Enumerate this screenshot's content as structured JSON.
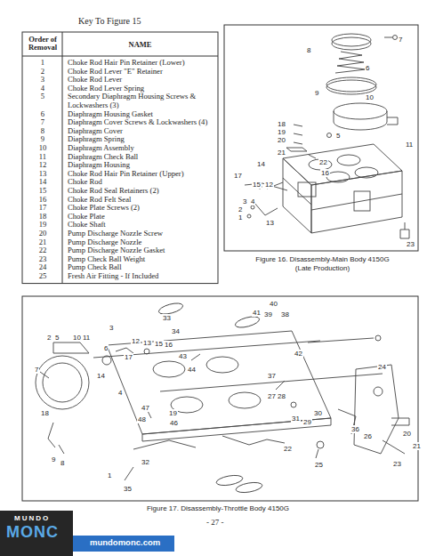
{
  "diagram": {
    "title": "Key To Figure 15",
    "labels": [
      "Order of Removal",
      "NAME",
      "1",
      "Choke Rod Hair Pin Retainer (Lower)",
      "2",
      "Choke Rod Lever \"E\" Retainer",
      "3",
      "Choke Rod Lever",
      "4",
      "Choke Rod Lever Spring",
      "5",
      "Secondary Diaphragm Housing Screws & Lockwashers (3)",
      "6",
      "Diaphragm Housing Gasket",
      "7",
      "Diaphragm Cover Screws & Lockwashers (4)",
      "8",
      "Diaphragm Cover",
      "9",
      "Diaphragm Spring",
      "10",
      "Diaphragm Assembly",
      "11",
      "Diaphragm Check Ball",
      "12",
      "Diaphragm Housing",
      "13",
      "Choke Rod Hair Pin Retainer (Upper)",
      "14",
      "Choke Rod",
      "15",
      "Choke Rod Seal Retainers (2)",
      "16",
      "Choke Rod Felt Seal",
      "17",
      "Choke Plate Screws (2)",
      "18",
      "Choke Plate",
      "19",
      "Choke Shaft",
      "20",
      "Pump Discharge Nozzle Screw",
      "21",
      "Pump Discharge Nozzle",
      "22",
      "Pump Discharge Nozzle Gasket",
      "23",
      "Pump Check Ball Weight",
      "24",
      "Pump Check Ball",
      "25",
      "Fresh Air Fitting - If Included",
      "7",
      "8",
      "6",
      "9",
      "10",
      "18",
      "19",
      "20",
      "5",
      "11",
      "21",
      "22",
      "14",
      "16",
      "17",
      "15",
      "12",
      "3",
      "4",
      "2",
      "1",
      "13",
      "23",
      "Figure 16. Disassembly-Main Body 4150G (Late Production)",
      "33",
      "34",
      "40",
      "41",
      "39",
      "38",
      "42",
      "2",
      "5",
      "10",
      "11",
      "3",
      "6",
      "12",
      "13",
      "15",
      "16",
      "17",
      "43",
      "44",
      "7",
      "14",
      "4",
      "47",
      "19",
      "48",
      "46",
      "18",
      "37",
      "27",
      "28",
      "31",
      "29",
      "30",
      "24",
      "36",
      "26",
      "20",
      "21",
      "22",
      "23",
      "25",
      "32",
      "1",
      "35",
      "9",
      "8",
      "Figure 17. Disassembly-Throttle Body 4150G",
      "- 27 -",
      "MUNDO",
      "MONC",
      "mundomonc.com"
    ]
  }
}
